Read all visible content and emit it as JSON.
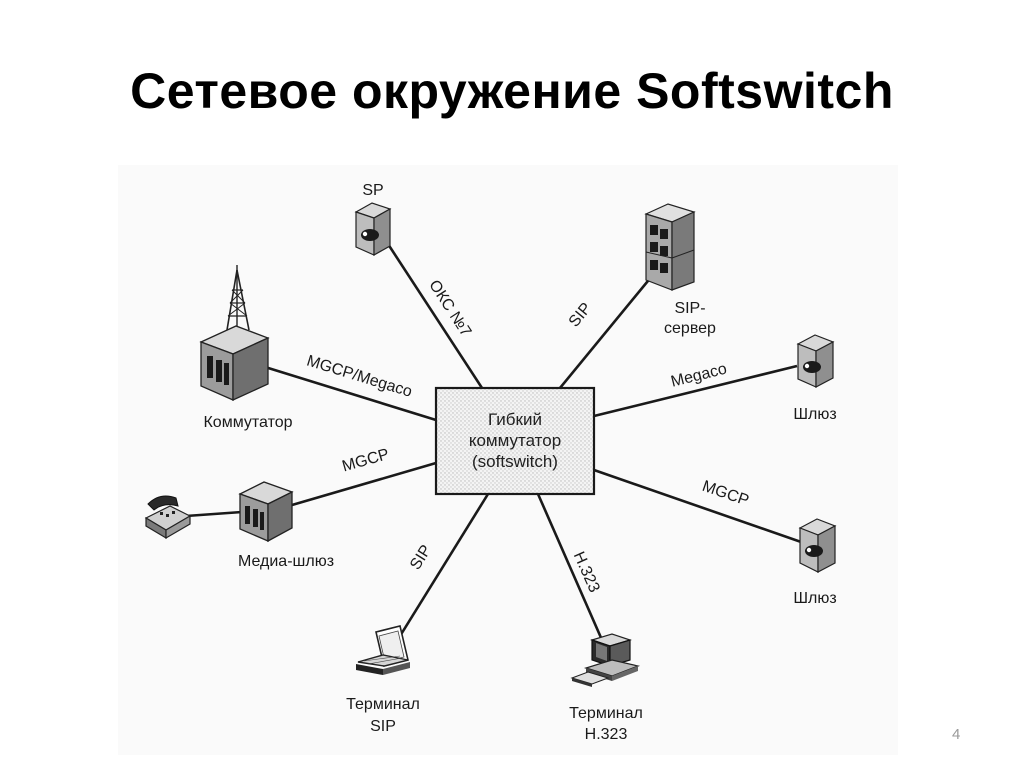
{
  "slide": {
    "title": "Сетевое окружение Softswitch",
    "page_number": "4"
  },
  "hub": {
    "line1": "Гибкий",
    "line2": "коммутатор",
    "line3": "(softswitch)"
  },
  "nodes": {
    "sp": "SP",
    "sip_server_line1": "SIP-",
    "sip_server_line2": "сервер",
    "gateway_top": "Шлюз",
    "gateway_bottom": "Шлюз",
    "switch": "Коммутатор",
    "media_gateway": "Медиа-шлюз",
    "sip_terminal_line1": "Терминал",
    "sip_terminal_line2": "SIP",
    "h323_terminal_line1": "Терминал",
    "h323_terminal_line2": "H.323"
  },
  "protocols": {
    "sp_link": "ОКС №7",
    "sip_server_link": "SIP",
    "gateway_top_link": "Megaco",
    "gateway_bottom_link": "MGCP",
    "switch_link": "MGCP/Megaco",
    "media_gateway_link": "MGCP",
    "sip_terminal_link": "SIP",
    "h323_terminal_link": "H.323"
  },
  "icons": [
    "server-icon",
    "server-rack-icon",
    "gateway-icon",
    "radio-tower-icon",
    "switch-cabinet-icon",
    "telephone-icon",
    "laptop-icon",
    "desktop-computer-icon"
  ]
}
